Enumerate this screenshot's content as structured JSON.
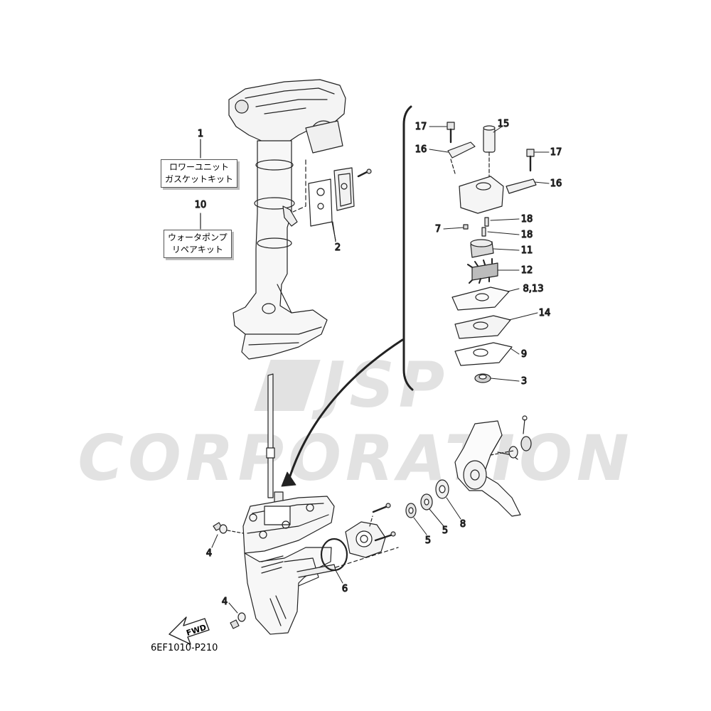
{
  "diagram": {
    "callouts": {
      "c1": "1",
      "c2": "2",
      "c3": "3",
      "c4a": "4",
      "c4b": "4",
      "c5a": "5",
      "c5b": "5",
      "c6": "6",
      "c7": "7",
      "c8": "8",
      "c813": "8,13",
      "c9": "9",
      "c10": "10",
      "c11": "11",
      "c12": "12",
      "c14": "14",
      "c15": "15",
      "c16a": "16",
      "c16b": "16",
      "c17a": "17",
      "c17b": "17",
      "c18a": "18",
      "c18b": "18"
    },
    "kits": {
      "gasket_line1": "ロワーユニット",
      "gasket_line2": "ガスケットキット",
      "pump_line1": "ウォータポンプ",
      "pump_line2": "リペアキット"
    },
    "fwd_label": "FWD",
    "part_code": "6EF1010-P210"
  },
  "watermark": {
    "text": "JSP CORPORATION"
  }
}
